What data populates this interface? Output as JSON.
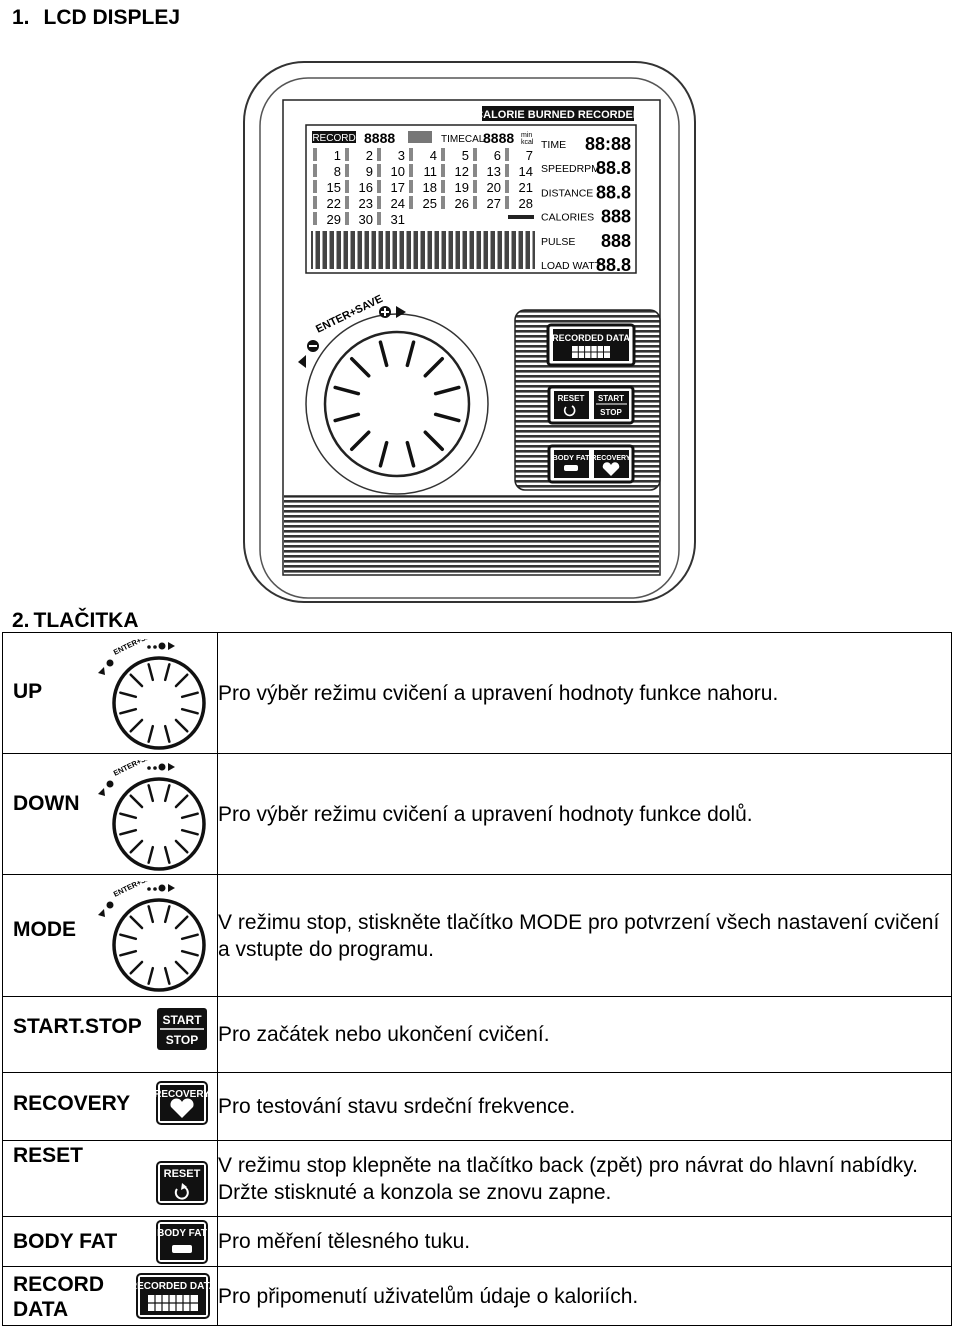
{
  "section1": {
    "number": "1.",
    "title": "LCD DISPLEJ"
  },
  "section2": {
    "number": "2.",
    "title": "TLAČITKA"
  },
  "console": {
    "header": "CALORIE BURNED RECORDER",
    "record_label": "RECORD",
    "record_value": "8888",
    "timecal_label": "TIMECAL :",
    "timecal_value": "8888",
    "unit_min": "min",
    "unit_kcal": "kcal",
    "calendar": [
      "1",
      "2",
      "3",
      "4",
      "5",
      "6",
      "7",
      "8",
      "9",
      "10",
      "11",
      "12",
      "13",
      "14",
      "15",
      "16",
      "17",
      "18",
      "19",
      "20",
      "21",
      "22",
      "23",
      "24",
      "25",
      "26",
      "27",
      "28",
      "29",
      "30",
      "31"
    ],
    "metrics": [
      {
        "label": "TIME",
        "value": "88:88"
      },
      {
        "label": "SPEEDRPM",
        "value": "88.8"
      },
      {
        "label": "DISTANCE",
        "value": "88.8"
      },
      {
        "label": "CALORIES",
        "value": "888"
      },
      {
        "label": "PULSE",
        "value": "888"
      },
      {
        "label": "LOAD WATT",
        "value": "88.8"
      }
    ],
    "knob_label": "ENTER+SAVE",
    "buttons": {
      "recorded_data": "RECORDED DATA",
      "reset": "RESET",
      "start": "START",
      "stop": "STOP",
      "body_fat": "BODY FAT",
      "recovery": "RECOVERY"
    }
  },
  "rows": [
    {
      "name": "UP",
      "desc": "Pro výběr režimu cvičení a upravení hodnoty funkce nahoru."
    },
    {
      "name": "DOWN",
      "desc": "Pro výběr režimu cvičení a upravení hodnoty funkce dolů."
    },
    {
      "name": "MODE",
      "desc": "V režimu stop, stiskněte tlačítko MODE pro potvrzení všech nastavení cvičení a vstupte do programu."
    },
    {
      "name": "START.STOP",
      "desc": "Pro začátek nebo ukončení cvičení."
    },
    {
      "name": "RECOVERY",
      "desc": "Pro testování stavu srdeční frekvence."
    },
    {
      "name": "RESET",
      "desc": "V režimu stop klepněte na tlačítko back (zpět) pro návrat do hlavní nabídky. Držte stisknuté a konzola se znovu zapne."
    },
    {
      "name": "BODY FAT",
      "desc": "Pro měření tělesného tuku."
    },
    {
      "name": "RECORD",
      "name2": "DATA",
      "desc": "Pro připomenutí uživatelům údaje o kaloriích."
    }
  ]
}
